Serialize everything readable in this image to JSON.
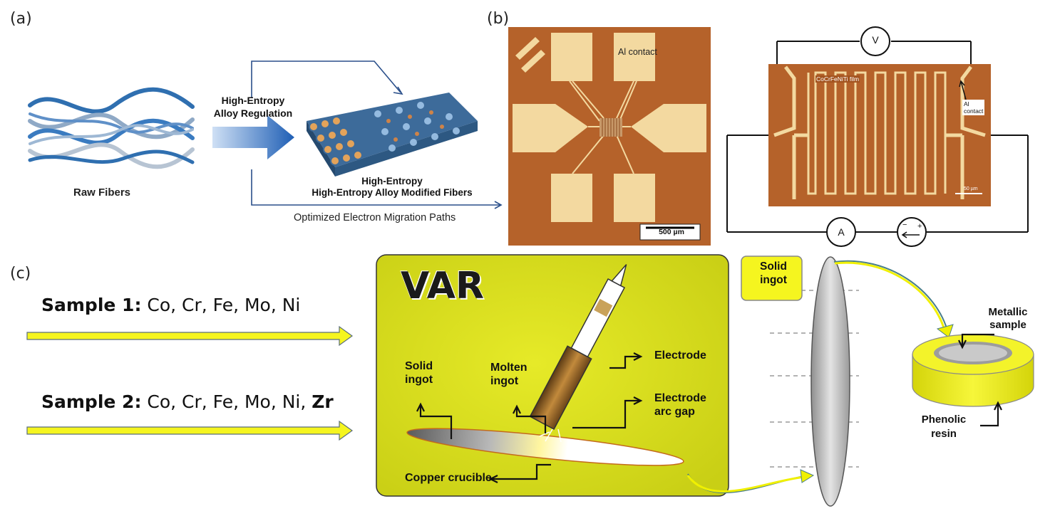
{
  "panel_a": {
    "label": "(a)",
    "raw_fibers": "Raw Fibers",
    "arrow_label_line1": "High-Entropy",
    "arrow_label_line2": "Alloy Regulation",
    "product_line1": "High-Entropy",
    "product_line2": "High-Entropy Alloy Modified Fibers",
    "path_label": "Optimized Electron Migration Paths"
  },
  "panel_b": {
    "label": "(b)",
    "al_contact": "Al contact",
    "scale_500": "500 µm",
    "film_label": "CoCrFeNiTi film",
    "al_contact_line1": "Al",
    "al_contact_line2": "contact",
    "scale_50": "50 µm",
    "voltmeter": "V",
    "ammeter": "A",
    "source_minus": "−",
    "source_plus": "+"
  },
  "panel_c": {
    "label": "(c)",
    "sample1_label": "Sample 1:",
    "sample1_elements": "Co, Cr, Fe, Mo, Ni",
    "sample2_label": "Sample 2:",
    "sample2_elements": "Co, Cr, Fe, Mo, Ni, ",
    "sample2_extra": "Zr",
    "var_title": "VAR",
    "electrode": "Electrode",
    "arc_gap_line1": "Electrode",
    "arc_gap_line2": "arc gap",
    "solid_ingot_line1": "Solid",
    "solid_ingot_line2": "ingot",
    "molten_ingot_line1": "Molten",
    "molten_ingot_line2": "ingot",
    "copper_crucible": "Copper crucible",
    "solid_box_line1": "Solid",
    "solid_box_line2": "ingot",
    "metallic_line1": "Metallic",
    "metallic_line2": "sample",
    "phenolic_line1": "Phenolic",
    "phenolic_line2": "resin"
  },
  "colors": {
    "fiber_blue": "#2f6fb0",
    "arrow_blue": "#1f5fb5",
    "chip_copper": "#b5622a",
    "pad_cream": "#f3d9a0",
    "var_yellow": "#d8de1a",
    "arrow_yellow": "#f5f51f"
  }
}
